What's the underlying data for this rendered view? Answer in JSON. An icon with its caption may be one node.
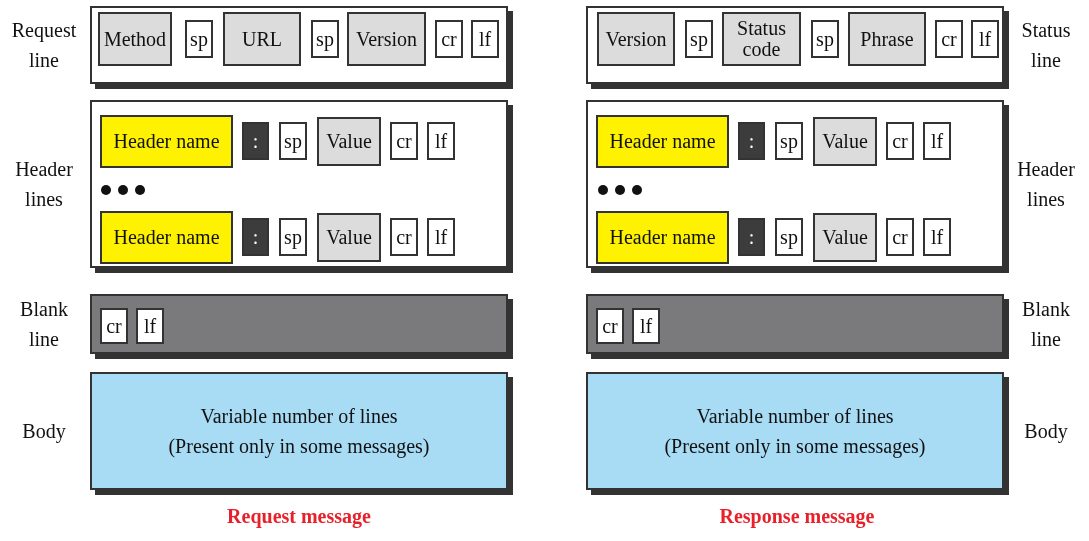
{
  "diagram": {
    "nodes": [
      {
        "text": [
          "Request line"
        ]
      },
      {
        "text": [
          "Method"
        ],
        "in": 0
      },
      {
        "text": [
          "sp"
        ],
        "in": 0
      },
      {
        "text": [
          "URL"
        ],
        "in": 0
      },
      {
        "text": [
          "sp"
        ],
        "in": 0
      },
      {
        "text": [
          "Version"
        ],
        "in": 0
      },
      {
        "text": [
          "cr"
        ],
        "in": 0
      },
      {
        "text": [
          "lf"
        ],
        "in": 0
      },
      {
        "text": [
          "Header lines"
        ]
      },
      {
        "text": [
          "Header name"
        ],
        "in": 8
      },
      {
        "text": [
          ":"
        ],
        "in": 8
      },
      {
        "text": [
          "sp"
        ],
        "in": 8
      },
      {
        "text": [
          "Value"
        ],
        "in": 8
      },
      {
        "text": [
          "cr"
        ],
        "in": 8
      },
      {
        "text": [
          "lf"
        ],
        "in": 8
      },
      {
        "text": [
          "Header name"
        ],
        "in": 8
      },
      {
        "text": [
          ":"
        ],
        "in": 8
      },
      {
        "text": [
          "sp"
        ],
        "in": 8
      },
      {
        "text": [
          "Value"
        ],
        "in": 8
      },
      {
        "text": [
          "cr"
        ],
        "in": 8
      },
      {
        "text": [
          "lf"
        ],
        "in": 8
      },
      {
        "text": [
          "Blank line"
        ]
      },
      {
        "text": [
          "cr"
        ],
        "in": 21
      },
      {
        "text": [
          "lf"
        ],
        "in": 21
      },
      {
        "text": [
          "Body",
          "Variable number of lines (Present only in some messages)"
        ]
      },
      {
        "text": [
          "Status line"
        ]
      },
      {
        "text": [
          "Version"
        ],
        "in": 25
      },
      {
        "text": [
          "sp"
        ],
        "in": 25
      },
      {
        "text": [
          "Status code"
        ],
        "in": 25
      },
      {
        "text": [
          "sp"
        ],
        "in": 25
      },
      {
        "text": [
          "Phrase"
        ],
        "in": 25
      },
      {
        "text": [
          "cr"
        ],
        "in": 25
      },
      {
        "text": [
          "lf"
        ],
        "in": 25
      },
      {
        "text": [
          "Header lines"
        ]
      },
      {
        "text": [
          "Header name"
        ],
        "in": 33
      },
      {
        "text": [
          ":"
        ],
        "in": 33
      },
      {
        "text": [
          "sp"
        ],
        "in": 33
      },
      {
        "text": [
          "Value"
        ],
        "in": 33
      },
      {
        "text": [
          "cr"
        ],
        "in": 33
      },
      {
        "text": [
          "lf"
        ],
        "in": 33
      },
      {
        "text": [
          "Header name"
        ],
        "in": 33
      },
      {
        "text": [
          ":"
        ],
        "in": 33
      },
      {
        "text": [
          "sp"
        ],
        "in": 33
      },
      {
        "text": [
          "Value"
        ],
        "in": 33
      },
      {
        "text": [
          "cr"
        ],
        "in": 33
      },
      {
        "text": [
          "lf"
        ],
        "in": 33
      },
      {
        "text": [
          "Blank line"
        ]
      },
      {
        "text": [
          "cr"
        ],
        "in": 46
      },
      {
        "text": [
          "lf"
        ],
        "in": 46
      },
      {
        "text": [
          "Variable number of lines (Present only in some messages)",
          "Body"
        ]
      }
    ],
    "labels": [
      "Request message",
      "Response message"
    ]
  }
}
